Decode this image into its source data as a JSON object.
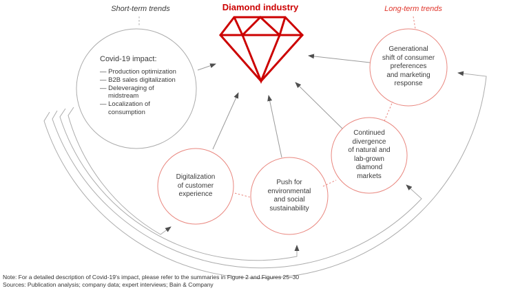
{
  "title": "Diamond industry",
  "labels": {
    "short_term": "Short-term trends",
    "long_term": "Long-term trends"
  },
  "covid_circle": {
    "heading": "Covid-19 impact:",
    "items": [
      "— Production optimization",
      "— B2B sales digitalization",
      "— Deleveraging of\nmidstream",
      "— Localization of\nconsumption"
    ]
  },
  "trend_circles": {
    "digitalization": "Digitalization\nof customer\nexperience",
    "sustainability": "Push for\nenvironmental\nand social\nsustainability",
    "divergence": "Continued\ndivergence\nof natural and\nlab-grown\ndiamond\nmarkets",
    "generational": "Generational\nshift of consumer\npreferences\nand marketing\nresponse"
  },
  "footer": {
    "note": "Note: For a detailed description of Covid-19's impact, please refer to the summaries in Figure 2 and Figures 25–30",
    "sources": "Sources: Publication analysis; company data; expert interviews; Bain & Company"
  },
  "icons": {
    "diamond": "diamond-gem-icon"
  },
  "colors": {
    "accent_red": "#cc0000",
    "label_red": "#e0352b",
    "circle_red": "#e9867e",
    "line_gray": "#ababab",
    "arrow_gray": "#9a9a9a",
    "arrowhead_gray": "#4f4f4f",
    "text_dark": "#3c3c3c"
  }
}
